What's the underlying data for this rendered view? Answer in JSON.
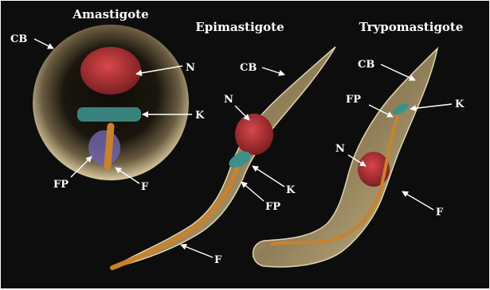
{
  "figure": {
    "stages": [
      {
        "title": "Amastigote"
      },
      {
        "title": "Epimastigote"
      },
      {
        "title": "Trypomastigote"
      }
    ],
    "amastigote": {
      "cb": "CB",
      "n": "N",
      "k": "K",
      "fp": "FP",
      "f": "F"
    },
    "epimastigote": {
      "cb": "CB",
      "n": "N",
      "k": "K",
      "fp": "FP",
      "f": "F"
    },
    "trypomastigote": {
      "cb": "CB",
      "fp": "FP",
      "k": "K",
      "n": "N",
      "f": "F"
    },
    "colors": {
      "background": "#0d0d0d",
      "cell_body": "#c9b891",
      "nucleus": "#c03a3c",
      "kinetoplast": "#3e8f8a",
      "flagellar_pocket": "#6f64a8",
      "flagellum": "#c9822c",
      "label_text": "#ffffff"
    }
  }
}
